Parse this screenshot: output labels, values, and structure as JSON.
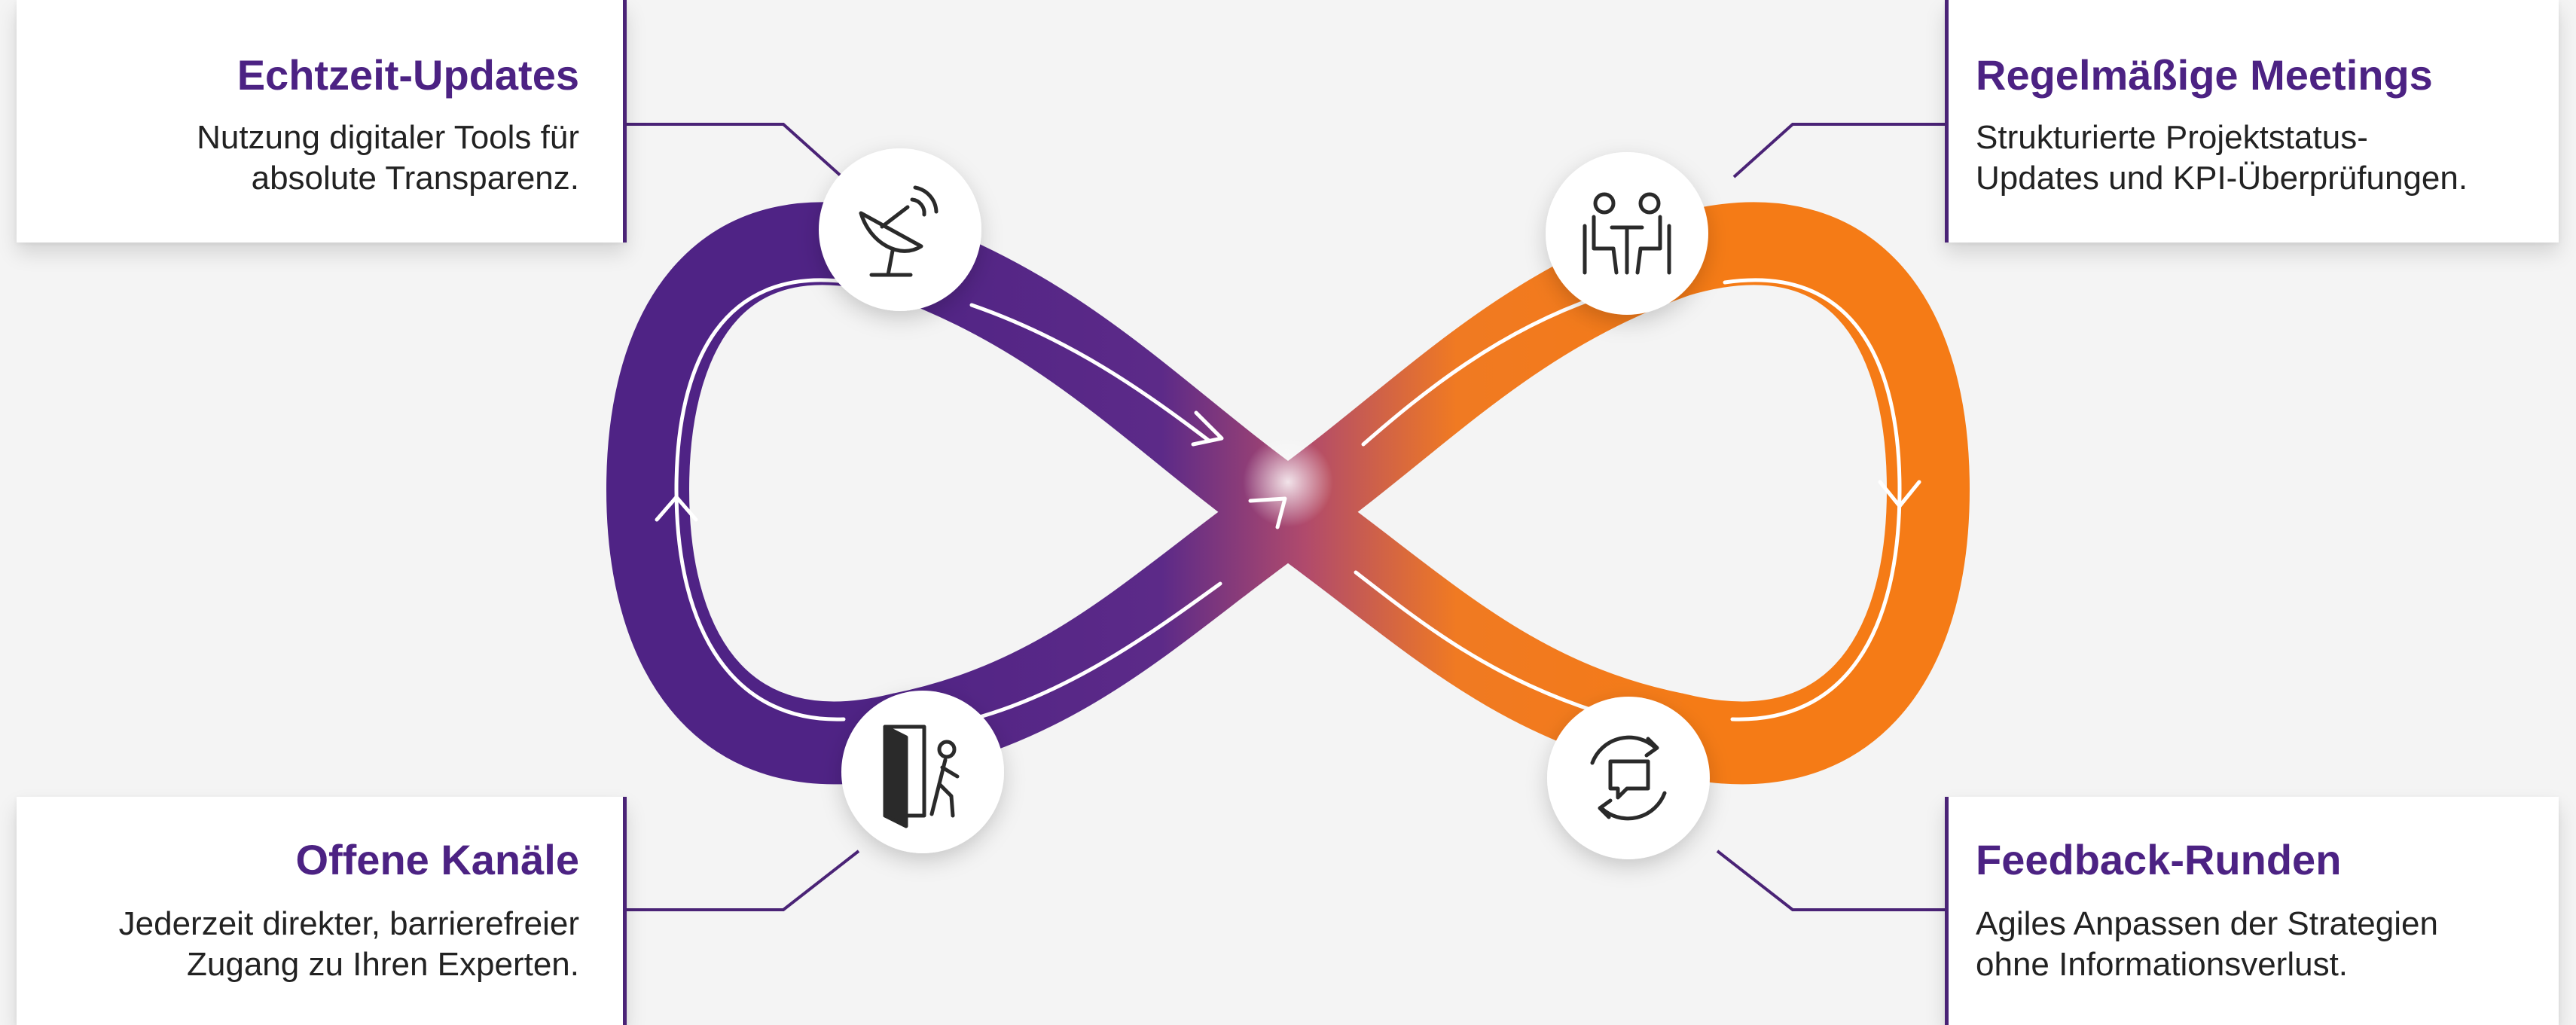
{
  "colors": {
    "purple": "#4f2385",
    "purple_dark": "#3d1a70",
    "orange": "#f57b16",
    "title": "#4c2283",
    "body_text": "#222222",
    "background": "#f4f4f4"
  },
  "cards": {
    "top_left": {
      "title": "Echtzeit-Updates",
      "line1": "Nutzung digitaler Tools für",
      "line2": "absolute Transparenz.",
      "icon": "satellite-dish-icon"
    },
    "top_right": {
      "title": "Regelmäßige Meetings",
      "line1": "Strukturierte Projektstatus-",
      "line2": "Updates und KPI-Überprüfungen.",
      "icon": "meeting-table-icon"
    },
    "bottom_left": {
      "title": "Offene Kanäle",
      "line1": "Jederzeit direkter, barrierefreier",
      "line2": "Zugang zu Ihren Experten.",
      "icon": "open-door-icon"
    },
    "bottom_right": {
      "title": "Feedback-Runden",
      "line1": "Agiles Anpassen der Strategien",
      "line2": "ohne Informationsverlust.",
      "icon": "feedback-cycle-icon"
    }
  }
}
